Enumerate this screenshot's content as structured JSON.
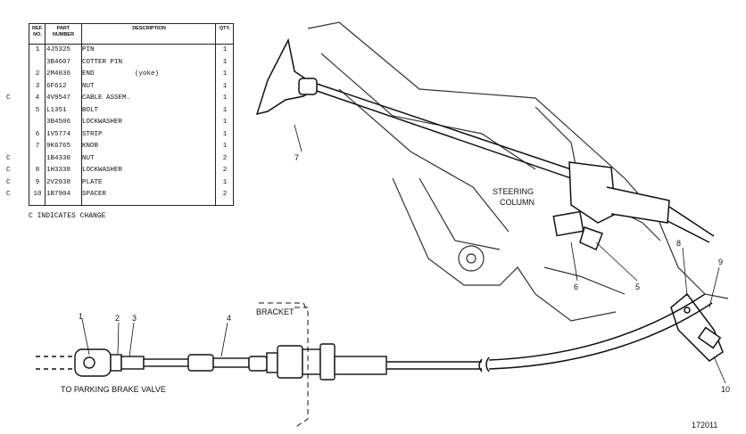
{
  "table": {
    "headers": {
      "ref": "REF. NO.",
      "part": "PART NUMBER",
      "desc": "DESCRIPTION",
      "qty": "QTY."
    },
    "rows": [
      {
        "c": "",
        "ref": "1",
        "part": "4J5325",
        "desc": "PIN",
        "qty": "1"
      },
      {
        "c": "",
        "ref": "",
        "part": "3B4607",
        "desc": "COTTER PIN",
        "qty": "1"
      },
      {
        "c": "",
        "ref": "2",
        "part": "2M4036",
        "desc": "END",
        "extra": "(yoke)",
        "qty": "1"
      },
      {
        "c": "",
        "ref": "3",
        "part": "6F612",
        "desc": "NUT",
        "qty": "1"
      },
      {
        "c": "C",
        "ref": "4",
        "part": "4V9547",
        "desc": "CABLE ASSEM.",
        "qty": "1"
      },
      {
        "c": "",
        "ref": "5",
        "part": "L1351",
        "desc": "BOLT",
        "qty": "1"
      },
      {
        "c": "",
        "ref": "",
        "part": "3B4506",
        "desc": "LOCKWASHER",
        "qty": "1"
      },
      {
        "c": "",
        "ref": "6",
        "part": "1V5774",
        "desc": "STRIP",
        "qty": "1"
      },
      {
        "c": "",
        "ref": "7",
        "part": "9K6765",
        "desc": "KNOB",
        "qty": "1"
      },
      {
        "c": "C",
        "ref": "",
        "part": "1B4330",
        "desc": "NUT",
        "qty": "2"
      },
      {
        "c": "C",
        "ref": "8",
        "part": "1H3338",
        "desc": "LOCKWASHER",
        "qty": "2"
      },
      {
        "c": "C",
        "ref": "9",
        "part": "2V2938",
        "desc": "PLATE",
        "qty": "1"
      },
      {
        "c": "C",
        "ref": "10",
        "part": "1B7904",
        "desc": "SPACER",
        "qty": "2"
      }
    ]
  },
  "note": "C INDICATES CHANGE",
  "labels": {
    "steering": "STEERING",
    "column": "COLUMN",
    "bracket": "BRACKET",
    "to_valve": "TO PARKING BRAKE VALVE",
    "fig_no": "172011",
    "callouts": [
      "1",
      "2",
      "3",
      "4",
      "5",
      "6",
      "7",
      "8",
      "9",
      "10"
    ]
  }
}
